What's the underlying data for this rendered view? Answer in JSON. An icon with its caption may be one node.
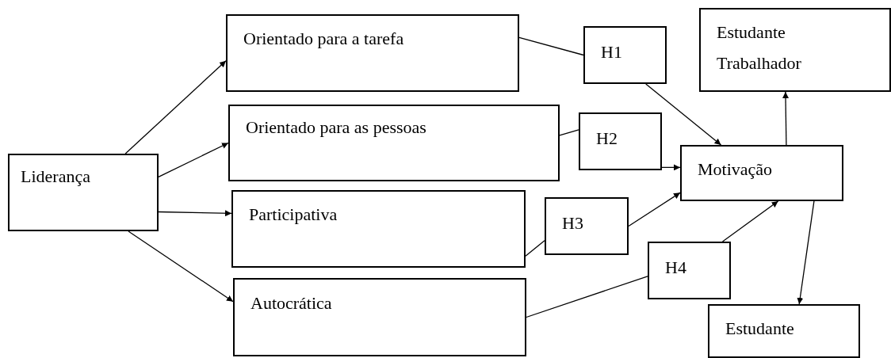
{
  "diagram": {
    "nodes": [
      {
        "text": [
          "Liderança"
        ]
      },
      {
        "text": [
          "Orientado para a tarefa"
        ]
      },
      {
        "text": [
          "Orientado para as pessoas"
        ]
      },
      {
        "text": [
          "Participativa"
        ]
      },
      {
        "text": [
          "Autocrática"
        ]
      },
      {
        "text": [
          "H1"
        ]
      },
      {
        "text": [
          "H2"
        ]
      },
      {
        "text": [
          "H3"
        ]
      },
      {
        "text": [
          "H4"
        ]
      },
      {
        "text": [
          "Estudante Trabalhador"
        ]
      },
      {
        "text": [
          "Motivação"
        ]
      },
      {
        "text": [
          "Estudante"
        ]
      }
    ],
    "edges": [
      {
        "from": 0,
        "to": 1,
        "arrow": "to"
      },
      {
        "from": 0,
        "to": 2,
        "arrow": "to"
      },
      {
        "from": 0,
        "to": 3,
        "arrow": "to"
      },
      {
        "from": 0,
        "to": 4,
        "arrow": "to"
      },
      {
        "from": 1,
        "to": 5,
        "arrow": "none"
      },
      {
        "from": 2,
        "to": 6,
        "arrow": "none"
      },
      {
        "from": 3,
        "to": 7,
        "arrow": "none"
      },
      {
        "from": 4,
        "to": 8,
        "arrow": "none"
      },
      {
        "from": 5,
        "to": 10,
        "arrow": "to"
      },
      {
        "from": 6,
        "to": 10,
        "arrow": "to"
      },
      {
        "from": 7,
        "to": 10,
        "arrow": "to"
      },
      {
        "from": 8,
        "to": 10,
        "arrow": "to"
      },
      {
        "from": 10,
        "to": 9,
        "arrow": "to"
      },
      {
        "from": 10,
        "to": 11,
        "arrow": "to"
      }
    ]
  }
}
